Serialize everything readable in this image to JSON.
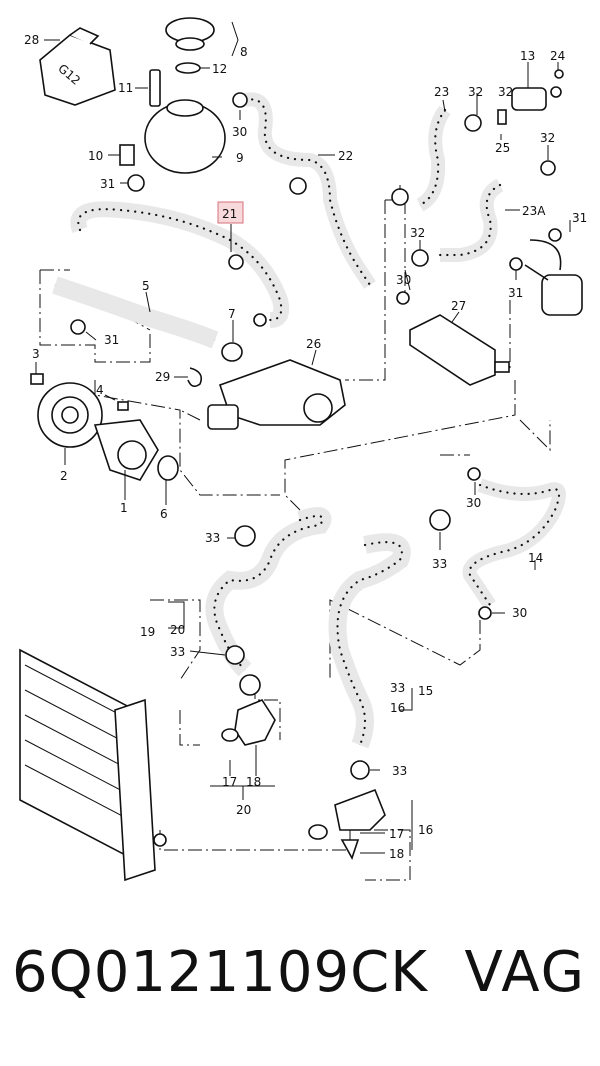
{
  "diagram": {
    "container_label": "G12",
    "highlighted_callout": "21",
    "callouts": [
      {
        "id": "c28",
        "text": "28"
      },
      {
        "id": "c8",
        "text": "8"
      },
      {
        "id": "c12",
        "text": "12"
      },
      {
        "id": "c11",
        "text": "11"
      },
      {
        "id": "c30a",
        "text": "30"
      },
      {
        "id": "c10",
        "text": "10"
      },
      {
        "id": "c9",
        "text": "9"
      },
      {
        "id": "c31a",
        "text": "31"
      },
      {
        "id": "c22",
        "text": "22"
      },
      {
        "id": "c13",
        "text": "13"
      },
      {
        "id": "c24",
        "text": "24"
      },
      {
        "id": "c23",
        "text": "23"
      },
      {
        "id": "c32a",
        "text": "32"
      },
      {
        "id": "c32b",
        "text": "32"
      },
      {
        "id": "c25",
        "text": "25"
      },
      {
        "id": "c32c",
        "text": "32"
      },
      {
        "id": "c23A",
        "text": "23A"
      },
      {
        "id": "c31b",
        "text": "31"
      },
      {
        "id": "c32d",
        "text": "32"
      },
      {
        "id": "c30b",
        "text": "30"
      },
      {
        "id": "c31c",
        "text": "31"
      },
      {
        "id": "c27",
        "text": "27"
      },
      {
        "id": "c5",
        "text": "5"
      },
      {
        "id": "c7",
        "text": "7"
      },
      {
        "id": "c31d",
        "text": "31"
      },
      {
        "id": "c3",
        "text": "3"
      },
      {
        "id": "c26",
        "text": "26"
      },
      {
        "id": "c29",
        "text": "29"
      },
      {
        "id": "c4",
        "text": "4"
      },
      {
        "id": "c2",
        "text": "2"
      },
      {
        "id": "c1",
        "text": "1"
      },
      {
        "id": "c6",
        "text": "6"
      },
      {
        "id": "c30c",
        "text": "30"
      },
      {
        "id": "c33a",
        "text": "33"
      },
      {
        "id": "c33b",
        "text": "33"
      },
      {
        "id": "c14",
        "text": "14"
      },
      {
        "id": "c19",
        "text": "19"
      },
      {
        "id": "c20a",
        "text": "20"
      },
      {
        "id": "c33c",
        "text": "33"
      },
      {
        "id": "c30d",
        "text": "30"
      },
      {
        "id": "c33d",
        "text": "33"
      },
      {
        "id": "c15",
        "text": "15"
      },
      {
        "id": "c16a",
        "text": "16"
      },
      {
        "id": "c17a",
        "text": "17"
      },
      {
        "id": "c18a",
        "text": "18"
      },
      {
        "id": "c20b",
        "text": "20"
      },
      {
        "id": "c33e",
        "text": "33"
      },
      {
        "id": "c17b",
        "text": "17"
      },
      {
        "id": "c16b",
        "text": "16"
      },
      {
        "id": "c18b",
        "text": "18"
      }
    ]
  },
  "footer": {
    "part_number": "6Q0121109CK",
    "brand": "VAG"
  },
  "colors": {
    "highlight_fill": "#f7d9dc",
    "highlight_border": "#d7707c",
    "line": "#111111"
  }
}
